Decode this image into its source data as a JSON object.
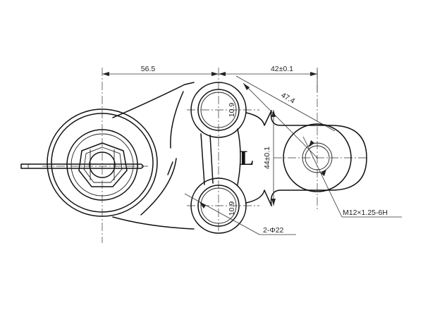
{
  "drawing": {
    "side_mark": "L",
    "bolt_hole_marks": [
      "10.9",
      "10.9"
    ],
    "dimensions": {
      "horizontal_left": "56.5",
      "horizontal_right": "42±0.1",
      "diagonal": "47.4",
      "vertical": "44±0.1",
      "bolt_holes": "2-Φ22",
      "thread_hole": "M12×1.25-6H"
    },
    "colors": {
      "line": "#111111",
      "background": "#ffffff"
    }
  }
}
